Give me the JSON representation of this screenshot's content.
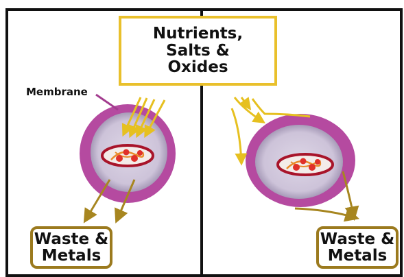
{
  "title": {
    "line1": "Nutrients,",
    "line2": "Salts &",
    "line3": "Oxides"
  },
  "membrane_label": "Membrane",
  "waste_left": {
    "line1": "Waste &",
    "line2": "Metals"
  },
  "waste_right": {
    "line1": "Waste &",
    "line2": "Metals"
  },
  "colors": {
    "frame": "#111111",
    "title_border": "#e9c02c",
    "waste_border": "#9b7a1e",
    "membrane": "#b54aa0",
    "cytoplasm": "#d6cfe0",
    "nucleus_ring": "#a8142a",
    "nucleus_dot": "#e0302a",
    "inflow_arrow": "#e6c020",
    "outflow_arrow": "#a78620"
  }
}
